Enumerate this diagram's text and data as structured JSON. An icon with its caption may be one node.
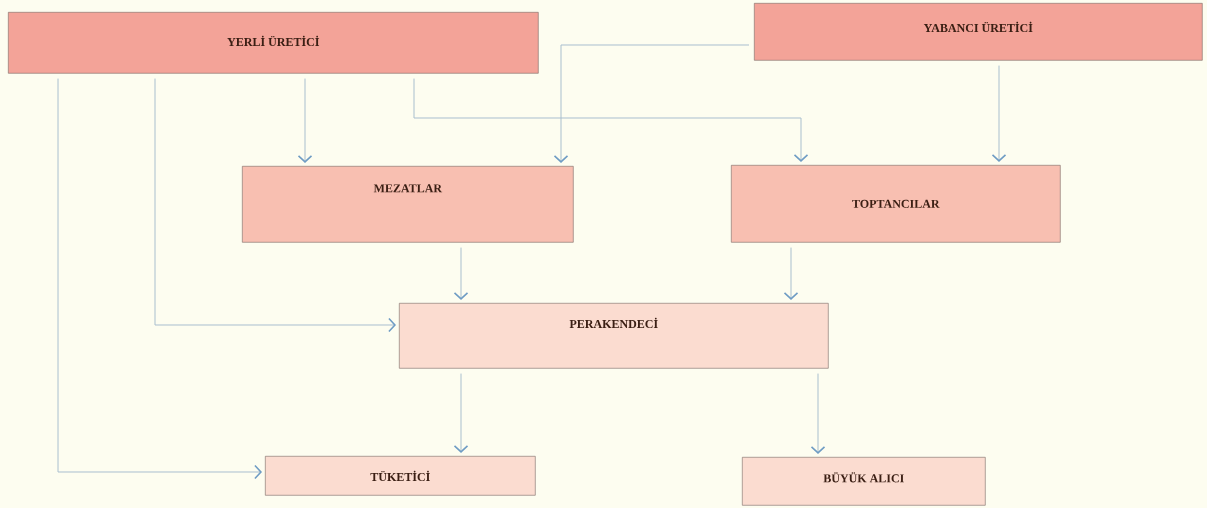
{
  "diagram": {
    "nodes": [
      {
        "text": [
          "YERLİ ÜRETİCİ"
        ]
      },
      {
        "text": [
          "YABANCI ÜRETİCİ"
        ]
      },
      {
        "text": [
          "MEZATLAR"
        ]
      },
      {
        "text": [
          "TOPTANCILAR"
        ]
      },
      {
        "text": [
          "PERAKENDECİ"
        ]
      },
      {
        "text": [
          "TÜKETİCİ"
        ]
      },
      {
        "text": [
          "BÜYÜK ALICI"
        ]
      }
    ],
    "edges": [
      {
        "from": 0,
        "to": 2,
        "arrow": "to"
      },
      {
        "from": 1,
        "to": 2,
        "arrow": "to"
      },
      {
        "from": 0,
        "to": 3,
        "arrow": "to"
      },
      {
        "from": 1,
        "to": 3,
        "arrow": "to"
      },
      {
        "from": 0,
        "to": 4,
        "arrow": "to"
      },
      {
        "from": 0,
        "to": 5,
        "arrow": "to"
      },
      {
        "from": 2,
        "to": 4,
        "arrow": "to"
      },
      {
        "from": 3,
        "to": 4,
        "arrow": "to"
      },
      {
        "from": 4,
        "to": 5,
        "arrow": "to"
      },
      {
        "from": 4,
        "to": 6,
        "arrow": "to"
      }
    ]
  }
}
